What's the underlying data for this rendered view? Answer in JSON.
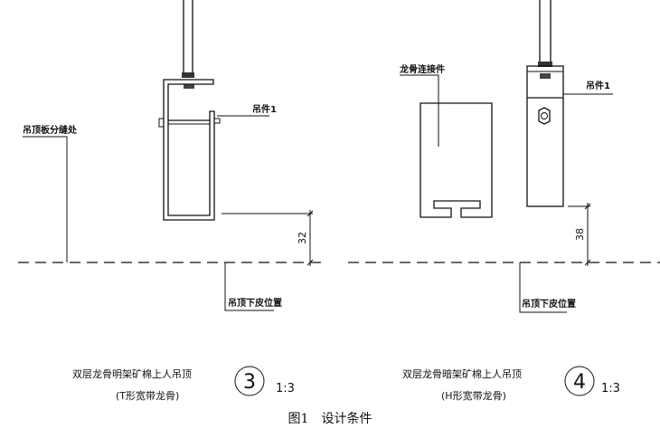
{
  "left_detail": {
    "hanger_label": "吊件1",
    "seam_label": "吊顶板分缝处",
    "bottom_label": "吊顶下皮位置",
    "dimension": "32",
    "title": "双层龙骨明架矿棉上人吊顶",
    "subtitle": "(T形宽带龙骨)",
    "detail_number": "3",
    "scale": "1:3"
  },
  "right_detail": {
    "hanger_label": "吊件1",
    "connector_label": "龙骨连接件",
    "bottom_label": "吊顶下皮位置",
    "dimension": "38",
    "title": "双层龙骨暗架矿棉上人吊顶",
    "subtitle": "(H形宽带龙骨)",
    "detail_number": "4",
    "scale": "1:3"
  },
  "figure_caption": "图1　设计条件"
}
